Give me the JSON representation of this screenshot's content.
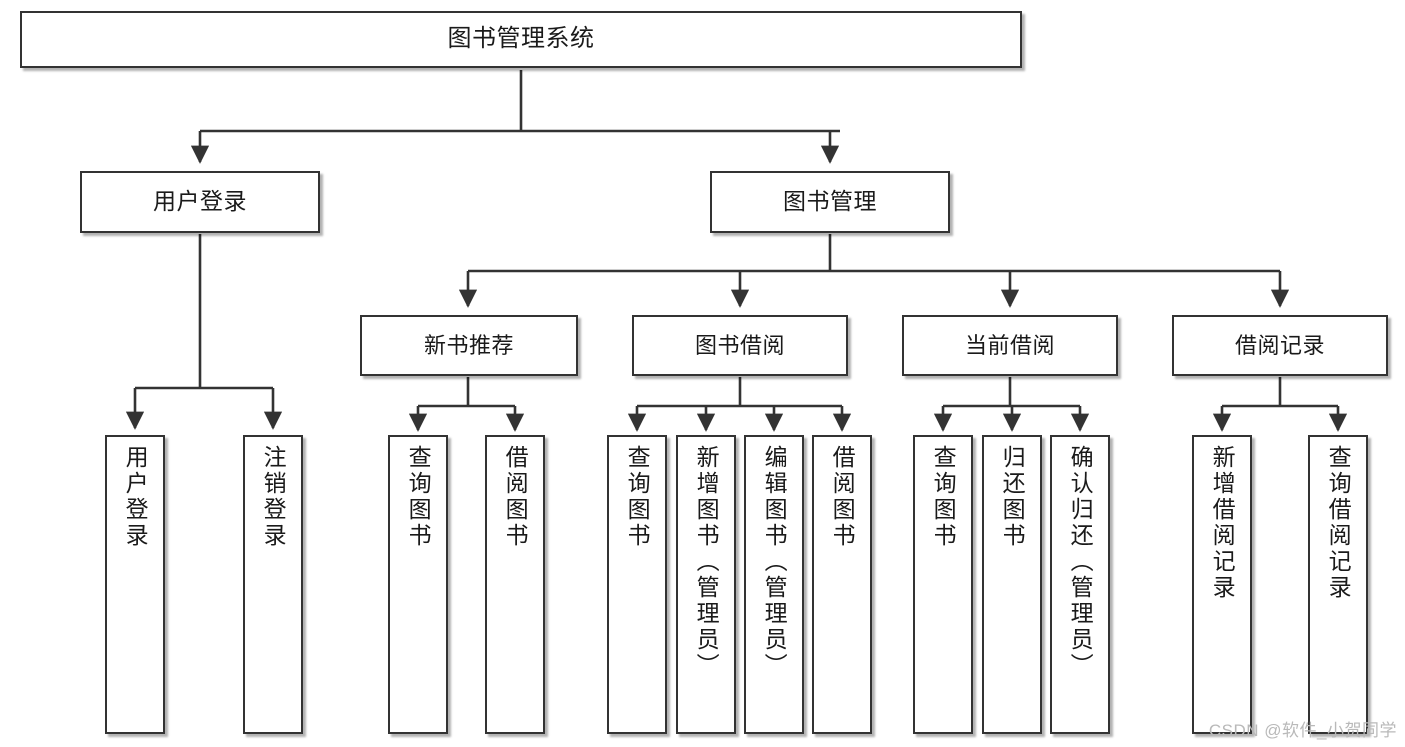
{
  "diagram": {
    "title": "图书管理系统",
    "type": "tree-hierarchy",
    "watermark": "CSDN @软件_小贺同学",
    "colors": {
      "node_border": "#333333",
      "node_fill": "#ffffff",
      "connector": "#333333",
      "text": "#1a1a1a",
      "watermark": "#b9b9b9",
      "background": "#ffffff"
    },
    "root": {
      "label": "图书管理系统"
    },
    "level1": [
      {
        "label": "用户登录"
      },
      {
        "label": "图书管理"
      }
    ],
    "level2": [
      {
        "label": "新书推荐"
      },
      {
        "label": "图书借阅"
      },
      {
        "label": "当前借阅"
      },
      {
        "label": "借阅记录"
      }
    ],
    "leaves": {
      "user_login": [
        {
          "label": "用户登录"
        },
        {
          "label": "注销登录"
        }
      ],
      "new_book": [
        {
          "label": "查询图书"
        },
        {
          "label": "借阅图书"
        }
      ],
      "book_borrow": [
        {
          "label": "查询图书"
        },
        {
          "label": "新增图书（管理员）"
        },
        {
          "label": "编辑图书（管理员）"
        },
        {
          "label": "借阅图书"
        }
      ],
      "current_borrow": [
        {
          "label": "查询图书"
        },
        {
          "label": "归还图书"
        },
        {
          "label": "确认归还（管理员）"
        }
      ],
      "borrow_record": [
        {
          "label": "新增借阅记录"
        },
        {
          "label": "查询借阅记录"
        }
      ]
    }
  }
}
